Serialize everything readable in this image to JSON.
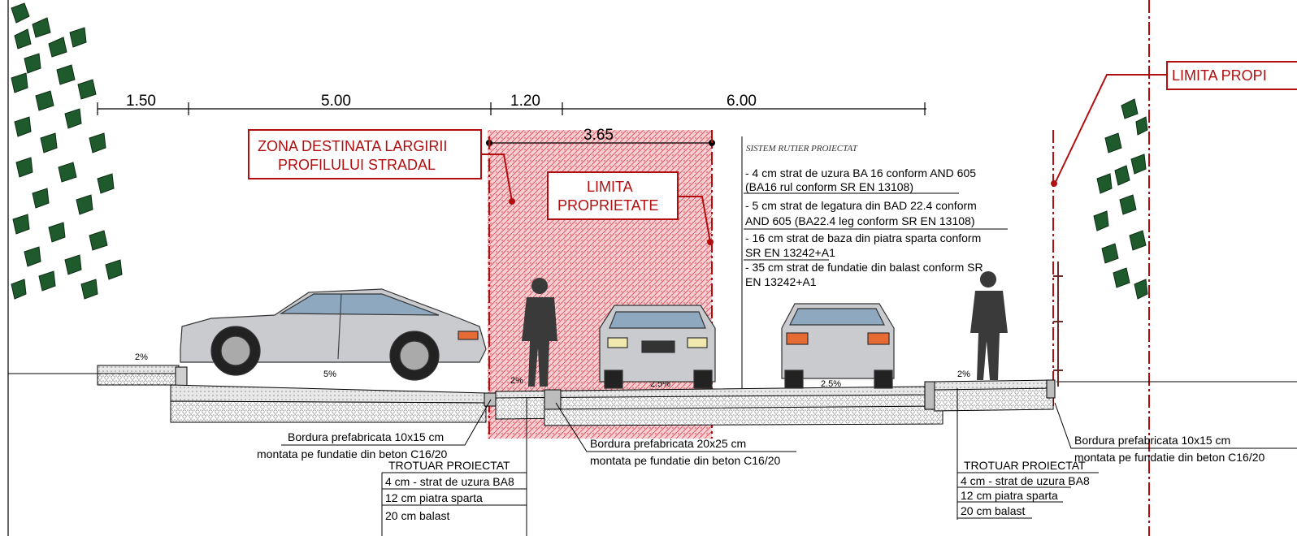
{
  "dimensions": {
    "top": [
      "1.50",
      "5.00",
      "1.20",
      "6.00"
    ],
    "inner": "3.65"
  },
  "labels": {
    "widening_zone": [
      "ZONA DESTINATA LARGIRII",
      "PROFILULUI STRADAL"
    ],
    "property_limit_middle": [
      "LIMITA",
      "PROPRIETATE"
    ],
    "property_limit_right": "LIMITA PROPI"
  },
  "road_system": {
    "heading": "SISTEM RUTIER PROIECTAT",
    "layers": [
      [
        "- 4 cm strat de uzura BA 16 conform AND 605",
        "(BA16 rul conform SR EN 13108)"
      ],
      [
        "- 5 cm strat de legatura din BAD 22.4 conform",
        "AND 605  (BA22.4 leg conform SR EN 13108)"
      ],
      [
        "- 16 cm strat de baza din piatra sparta  conform",
        "SR EN 13242+A1"
      ],
      [
        "- 35 cm strat de fundatie din balast conform SR",
        "EN 13242+A1"
      ]
    ]
  },
  "slopes": [
    "2%",
    "5%",
    "2%",
    "2.5%",
    "2.5%",
    "2%"
  ],
  "curbs": {
    "left": [
      "Bordura prefabricata  10x15 cm",
      "montata pe fundatie din beton C16/20"
    ],
    "middle": [
      "Bordura prefabricata  20x25 cm",
      "montata pe fundatie din beton C16/20"
    ],
    "right": [
      "Bordura prefabricata  10x15 cm",
      "montata pe fundatie din beton C16/20"
    ]
  },
  "sidewalk_left": {
    "title": "TROTUAR PROIECTAT",
    "layers": [
      "4 cm - strat de uzura BA8",
      "12 cm piatra sparta",
      "20 cm balast"
    ]
  },
  "sidewalk_right": {
    "title": "TROTUAR PROIECTAT",
    "layers": [
      "4 cm - strat de uzura BA8",
      "12 cm piatra sparta",
      "20 cm balast"
    ]
  },
  "colors": {
    "red": "#b10f0f",
    "hatch_red": "#e0454f",
    "tree_green": "#1f5a2c",
    "car_silver": "#c9cbcf"
  }
}
